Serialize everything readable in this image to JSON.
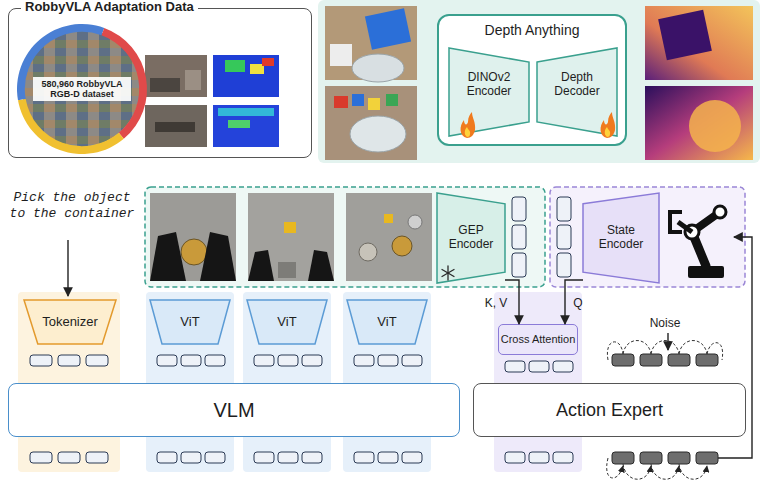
{
  "diagram": {
    "nodes": [
      {
        "text": [
          "RobbyVLA Adaptation Data"
        ]
      },
      {
        "text": [
          "580,960 RobbyVLA RGB-D dataset"
        ],
        "in": 0
      },
      {
        "text": [
          "Depth Anything"
        ]
      },
      {
        "text": [
          "DINOv2 Encoder"
        ],
        "in": 2
      },
      {
        "text": [
          "Depth Decoder"
        ],
        "in": 2
      },
      {
        "text": [
          "Tokenizer"
        ]
      },
      {
        "text": [
          "ViT"
        ]
      },
      {
        "text": [
          "ViT"
        ]
      },
      {
        "text": [
          "ViT"
        ]
      },
      {
        "text": [
          "GEP Encoder"
        ]
      },
      {
        "text": [
          "Cross Attention"
        ]
      },
      {
        "text": [
          "State Encoder"
        ]
      },
      {
        "text": [
          "VLM"
        ]
      },
      {
        "text": [
          "Action Expert"
        ]
      }
    ],
    "edges": [
      {
        "from": 9,
        "to": 10,
        "label": "K, V",
        "arrow": "to"
      },
      {
        "from": 11,
        "to": 10,
        "label": "Q",
        "arrow": "to"
      }
    ],
    "labels": [
      "Pick the object to the container",
      "Noise"
    ]
  }
}
